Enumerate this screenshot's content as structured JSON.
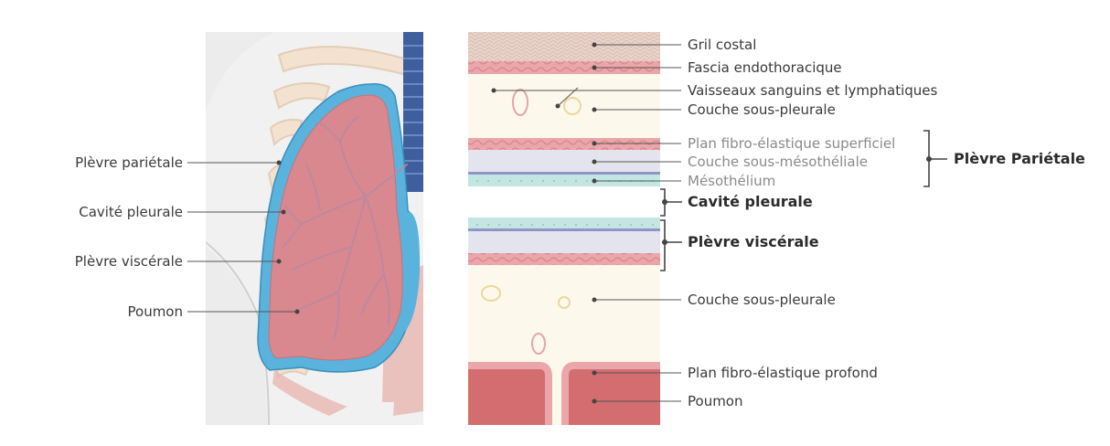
{
  "left_labels": {
    "parietal": "Plèvre pariétale",
    "cavity": "Cavité pleurale",
    "visceral": "Plèvre viscérale",
    "lung": "Poumon"
  },
  "right_labels": {
    "rib_cage": "Gril costal",
    "endothoracic_fascia": "Fascia endothoracique",
    "vessels": "Vaisseaux sanguins et lymphatiques",
    "subpleural_top": "Couche sous-pleurale",
    "superficial_fibroelastic": "Plan fibro-élastique superficiel",
    "submesothelial": "Couche sous-mésothéliale",
    "mesothelium": "Mésothélium",
    "cavity": "Cavité pleurale",
    "visceral": "Plèvre viscérale",
    "subpleural_bottom": "Couche sous-pleurale",
    "deep_fibroelastic": "Plan fibro-élastique profond",
    "lung": "Poumon"
  },
  "group_labels": {
    "parietal_group": "Plèvre Pariétale"
  },
  "colors": {
    "pleura_blue": "#5ab3dc",
    "lung_pink": "#d9888f",
    "tissue_pink": "#e8a1a6",
    "cream": "#fdf8ec",
    "mesothelium_teal": "#bfe3df",
    "lung_dark": "#d36d70"
  }
}
